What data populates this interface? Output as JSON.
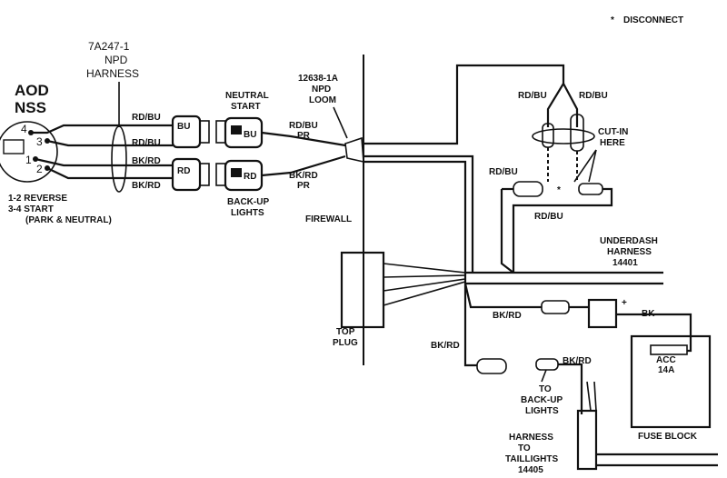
{
  "legend": {
    "symbol": "*",
    "text": "DISCONNECT"
  },
  "nss": {
    "title_line1": "AOD",
    "title_line2": "NSS",
    "pins": [
      "4",
      "3",
      "1",
      "2"
    ],
    "pin_desc": [
      "1-2 REVERSE",
      "3-4 START",
      "(PARK & NEUTRAL)"
    ]
  },
  "npd_harness": {
    "part": "7A247-1",
    "line2": "NPD",
    "line3": "HARNESS"
  },
  "loom": {
    "part": "12638-1A",
    "line2": "NPD",
    "line3": "LOOM"
  },
  "wires": {
    "rd_bu_1": "RD/BU",
    "rd_bu_2": "RD/BU",
    "bk_rd_1": "BK/RD",
    "bk_rd_2": "BK/RD",
    "rd_bu_pr": "RD/BU",
    "pr1": "PR",
    "bk_rd_pr": "BK/RD",
    "pr2": "PR",
    "rd_bu_top_l": "RD/BU",
    "rd_bu_top_r": "RD/BU",
    "rd_bu_mid": "RD/BU",
    "rd_bu_low": "RD/BU",
    "bk_rd_conn": "BK/RD",
    "bk": "BK",
    "bk_rd_low": "BK/RD",
    "bk_rd_back": "BK/RD"
  },
  "connectors": {
    "bu_a": "BU",
    "bu_b": "BU",
    "rd_a": "RD",
    "rd_b": "RD"
  },
  "neutral_start": {
    "line1": "NEUTRAL",
    "line2": "START"
  },
  "backup_lights": {
    "line1": "BACK-UP",
    "line2": "LIGHTS"
  },
  "firewall": "FIREWALL",
  "top_plug": {
    "line1": "TOP",
    "line2": "PLUG"
  },
  "cut_in": {
    "line1": "CUT-IN",
    "line2": "HERE"
  },
  "star": "*",
  "underdash": {
    "line1": "UNDERDASH",
    "line2": "HARNESS",
    "line3": "14401"
  },
  "plus": "+",
  "fuse": {
    "line1": "ACC",
    "line2": "14A"
  },
  "fuse_block": "FUSE BLOCK",
  "to_backup": {
    "line1": "TO",
    "line2": "BACK-UP",
    "line3": "LIGHTS"
  },
  "taillights": {
    "line1": "HARNESS",
    "line2": "TO",
    "line3": "TAILLIGHTS",
    "line4": "14405"
  }
}
